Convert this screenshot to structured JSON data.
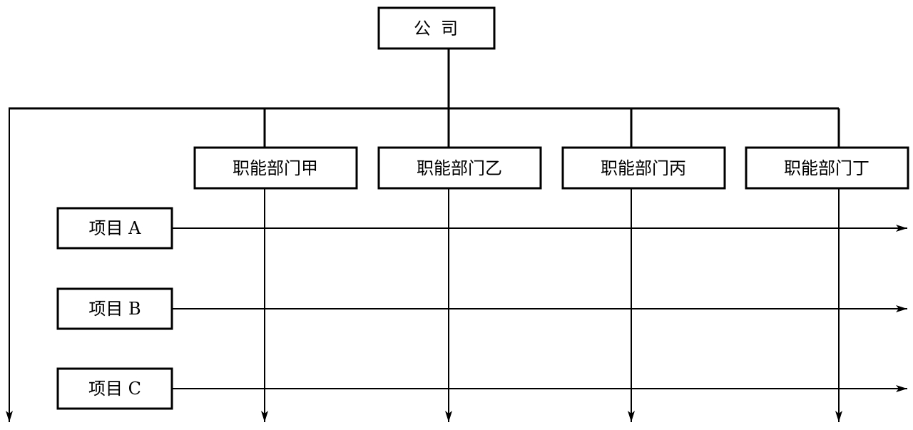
{
  "company": {
    "label": "公司"
  },
  "departments": [
    {
      "label": "职能部门甲"
    },
    {
      "label": "职能部门乙"
    },
    {
      "label": "职能部门丙"
    },
    {
      "label": "职能部门丁"
    }
  ],
  "projects": [
    {
      "label": "项目 A"
    },
    {
      "label": "项目 B"
    },
    {
      "label": "项目 C"
    }
  ],
  "colors": {
    "line": "#000000",
    "box_fill": "#ffffff"
  }
}
